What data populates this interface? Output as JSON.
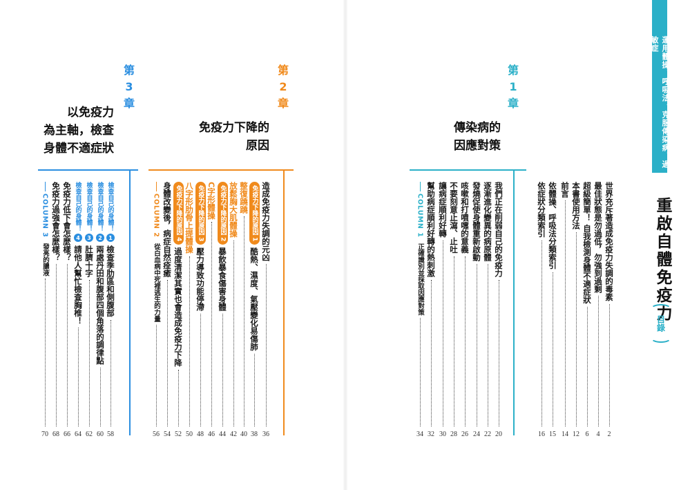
{
  "colors": {
    "ch1": "#2bb0c8",
    "ch2": "#f08a1c",
    "ch3": "#2a8ee0",
    "text": "#1a1a1a"
  },
  "band": "運用體操、呼吸法，克服傳染病、過敏症",
  "book_title": "重啟自體免疫力",
  "toc_label": "目錄",
  "front": [
    {
      "title": "世界充斥著造成免疫力失調的毒素",
      "page": "2"
    },
    {
      "title": "最佳狀態是勿過低，勿強到過剩",
      "page": "4"
    },
    {
      "title": "超級簡單！ 自我檢測身體不適症狀",
      "page": "6"
    },
    {
      "title": "本書使用方法",
      "page": "12"
    },
    {
      "title": "前言",
      "page": "14"
    },
    {
      "title": "依體操、呼吸法分類索引",
      "page": "15"
    },
    {
      "title": "依症狀分類索引",
      "page": "16"
    }
  ],
  "chapters": [
    {
      "heading": [
        "第",
        "1",
        "章"
      ],
      "title_lines": [
        "傳染病的",
        "因應對策"
      ],
      "entries": [
        {
          "title": "我們正在削弱自己的免疫力",
          "page": "20"
        },
        {
          "title": "逐漸進化變異的病原體",
          "page": "22"
        },
        {
          "title": "發燒促使身體重新啟動",
          "page": "24"
        },
        {
          "title": "咳嗽和打噴嚏的意義",
          "page": "26"
        },
        {
          "title": "不要刻意止瀉、止吐",
          "page": "28"
        },
        {
          "title": "讓病症順利好轉",
          "page": "30"
        },
        {
          "title": "幫助病症順利好轉的熱刺激",
          "page": "32"
        },
        {
          "column_label": "COLUMN 1",
          "title": "正確識別並採取因應對策",
          "page": "34"
        }
      ]
    },
    {
      "heading": [
        "第",
        "2",
        "章"
      ],
      "title_lines": [
        "免疫力下降的",
        "原因"
      ],
      "entries": [
        {
          "title": "造成免疫力失調的元凶",
          "page": "36"
        },
        {
          "badge": "免疫力下降的原因 1",
          "title": "酷熱、濕度、氣壓變化易傷肺",
          "page": "38"
        },
        {
          "title": "整復蹺蹺",
          "accent": true,
          "page": "40"
        },
        {
          "title": "放鬆胸大肌體操",
          "accent": true,
          "page": "42"
        },
        {
          "badge": "免疫力下降的原因 2",
          "title": "暴飲暴食傷害身體",
          "page": "44"
        },
        {
          "title": "C字形體操",
          "accent": true,
          "page": "46"
        },
        {
          "badge": "免疫力下降的原因 3",
          "title": "壓力導致功能停滯",
          "page": "48"
        },
        {
          "title": "八字形肋骨上提體操",
          "accent": true,
          "page": "50"
        },
        {
          "badge": "免疫力下降的原因 4",
          "title": "過度清潔其實也會造成免疫力下降",
          "page": "52"
        },
        {
          "title": "身體改變後，病症自然痊癒",
          "page": "54"
        },
        {
          "column_label": "COLUMN 2",
          "title": "從白血病中死裡逃生的力量",
          "page": "56"
        }
      ]
    },
    {
      "heading": [
        "第",
        "3",
        "章"
      ],
      "title_lines": [
        "以免疫力",
        "為主軸，檢查",
        "身體不適症狀"
      ],
      "entries": [
        {
          "check": "檢查自己的身體！",
          "num": "1",
          "title": "檢查季肋區和側腹部",
          "page": "58"
        },
        {
          "check": "檢查自己的身體！",
          "num": "2",
          "title": "兩處丹田和腹部四個角落的調律點",
          "page": "60"
        },
        {
          "check": "檢查自己的身體！",
          "num": "3",
          "title": "肚臍十字",
          "page": "62"
        },
        {
          "check": "檢查自己的身體！",
          "num": "4",
          "title": "請他人幫忙檢查胸椎！",
          "page": "64"
        },
        {
          "title": "免疫力低下會怎麼樣？",
          "page": "66"
        },
        {
          "title": "免疫力過強會怎麼樣？",
          "page": "68"
        },
        {
          "column_label": "COLUMN 3",
          "title": "發亮的膿液",
          "page": "70"
        }
      ]
    }
  ]
}
